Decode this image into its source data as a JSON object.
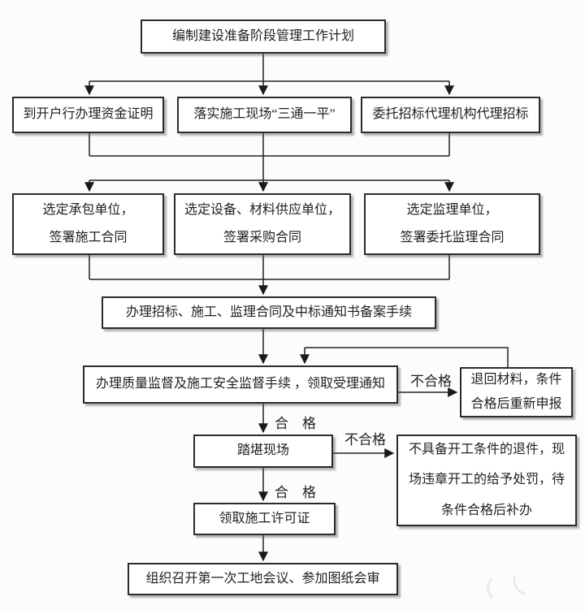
{
  "diagram": {
    "type": "flowchart",
    "language": "zh-CN",
    "nodes": {
      "prepare_plan": {
        "label": "编制建设准备阶段管理工作计划"
      },
      "fund_certificate": {
        "label": "到开户行办理资金证明"
      },
      "site_three_supplies": {
        "label": "落实施工现场“三通一平”"
      },
      "entrust_bidding_agency": {
        "label": "委托招标代理机构代理招标"
      },
      "select_contractor": {
        "line1": "选定承包单位，",
        "line2": "签署施工合同"
      },
      "select_supplier": {
        "line1": "选定设备、材料供应单位，",
        "line2": "签署采购合同"
      },
      "select_supervisor": {
        "line1": "选定监理单位，",
        "line2": "签署委托监理合同"
      },
      "contract_filing": {
        "label": "办理招标、施工、监理合同及中标通知书备案手续"
      },
      "quality_safety_supervision": {
        "label": "办理质量监督及施工安全监督手续 ，领取受理通知"
      },
      "return_materials": {
        "line1": "退回材料，条件",
        "line2": "合格后重新申报"
      },
      "site_visit": {
        "label": "踏堪现场"
      },
      "reject_punish": {
        "line1": "不具备开工条件的退件，现",
        "line2": "场违章开工的给予处罚，待",
        "line3": "条件合格后补办"
      },
      "construction_permit": {
        "label": "领取施工许可证"
      },
      "first_site_meeting": {
        "label": "组织召开第一次工地会议、参加图纸会审"
      }
    },
    "edge_labels": {
      "pass1": "合　格",
      "pass2": "合　格",
      "fail1": "不合格",
      "fail2": "不合格"
    },
    "colors": {
      "background": "#fcfcfc",
      "box_fill": "#ffffff",
      "box_border": "#2b2b2b",
      "connector_line": "#222222",
      "text": "#1f1f1f"
    }
  }
}
